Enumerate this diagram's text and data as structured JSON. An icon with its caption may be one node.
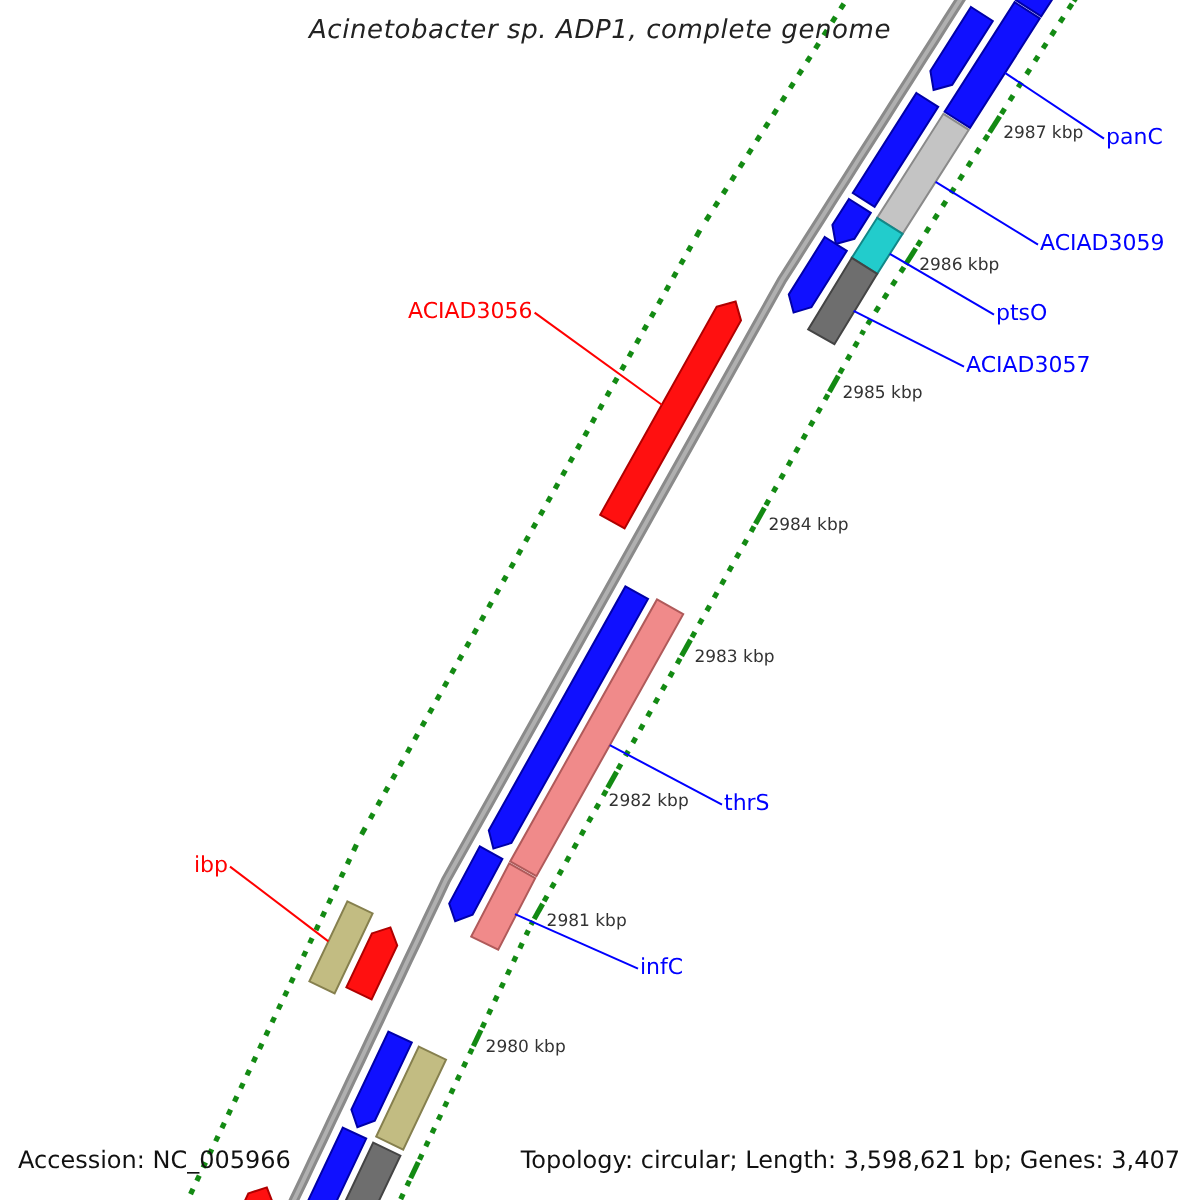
{
  "diagram": {
    "title": "Acinetobacter sp. ADP1, complete genome",
    "nodes": [
      {
        "text": [
          "panC"
        ]
      },
      {
        "text": [
          "ACIAD3059"
        ]
      },
      {
        "text": [
          "ACIAD3056"
        ]
      },
      {
        "text": [
          "ptsO"
        ]
      },
      {
        "text": [
          "ACIAD3057"
        ]
      },
      {
        "text": [
          "thrS"
        ]
      },
      {
        "text": [
          "ibp"
        ]
      },
      {
        "text": [
          "infC"
        ]
      },
      {
        "text": [],
        "shape": "bar"
      },
      {
        "text": [],
        "shape": "bar"
      },
      {
        "text": [],
        "shape": "bar"
      },
      {
        "text": [],
        "shape": "bar"
      },
      {
        "text": [],
        "shape": "bar"
      },
      {
        "text": [],
        "shape": "bar"
      },
      {
        "text": [],
        "shape": "bar"
      },
      {
        "text": [],
        "shape": "bar"
      },
      {
        "text": [],
        "shape": "bar"
      },
      {
        "text": [],
        "shape": "bar"
      },
      {
        "text": [],
        "shape": "bar"
      },
      {
        "text": [],
        "shape": "bar"
      },
      {
        "text": [],
        "shape": "bar"
      },
      {
        "text": [],
        "shape": "bar"
      },
      {
        "text": [],
        "shape": "bar"
      },
      {
        "text": [],
        "shape": "bar"
      },
      {
        "text": [],
        "shape": "bar"
      },
      {
        "text": [],
        "shape": "bar"
      },
      {
        "text": [],
        "shape": "bar"
      },
      {
        "text": [],
        "shape": "bar"
      },
      {
        "text": [],
        "shape": "bar"
      }
    ],
    "edges": [
      {
        "from": 0,
        "to": 10,
        "arrow": "none"
      },
      {
        "from": 1,
        "to": 12,
        "arrow": "none"
      },
      {
        "from": 2,
        "to": 17,
        "arrow": "none",
        "color": "#ff0000"
      },
      {
        "from": 3,
        "to": 14,
        "arrow": "none"
      },
      {
        "from": 4,
        "to": 16,
        "arrow": "none"
      },
      {
        "from": 5,
        "to": 19,
        "arrow": "none"
      },
      {
        "from": 6,
        "to": 22,
        "arrow": "none",
        "color": "#ff0000"
      },
      {
        "from": 7,
        "to": 21,
        "arrow": "none"
      }
    ],
    "labels": [
      "2987 kbp",
      "2986 kbp",
      "2985 kbp",
      "2984 kbp",
      "2983 kbp",
      "2982 kbp",
      "2981 kbp",
      "2980 kbp",
      "Accession: NC_005966",
      "Topology: circular; Length: 3,598,621 bp; Genes: 3,407"
    ]
  }
}
